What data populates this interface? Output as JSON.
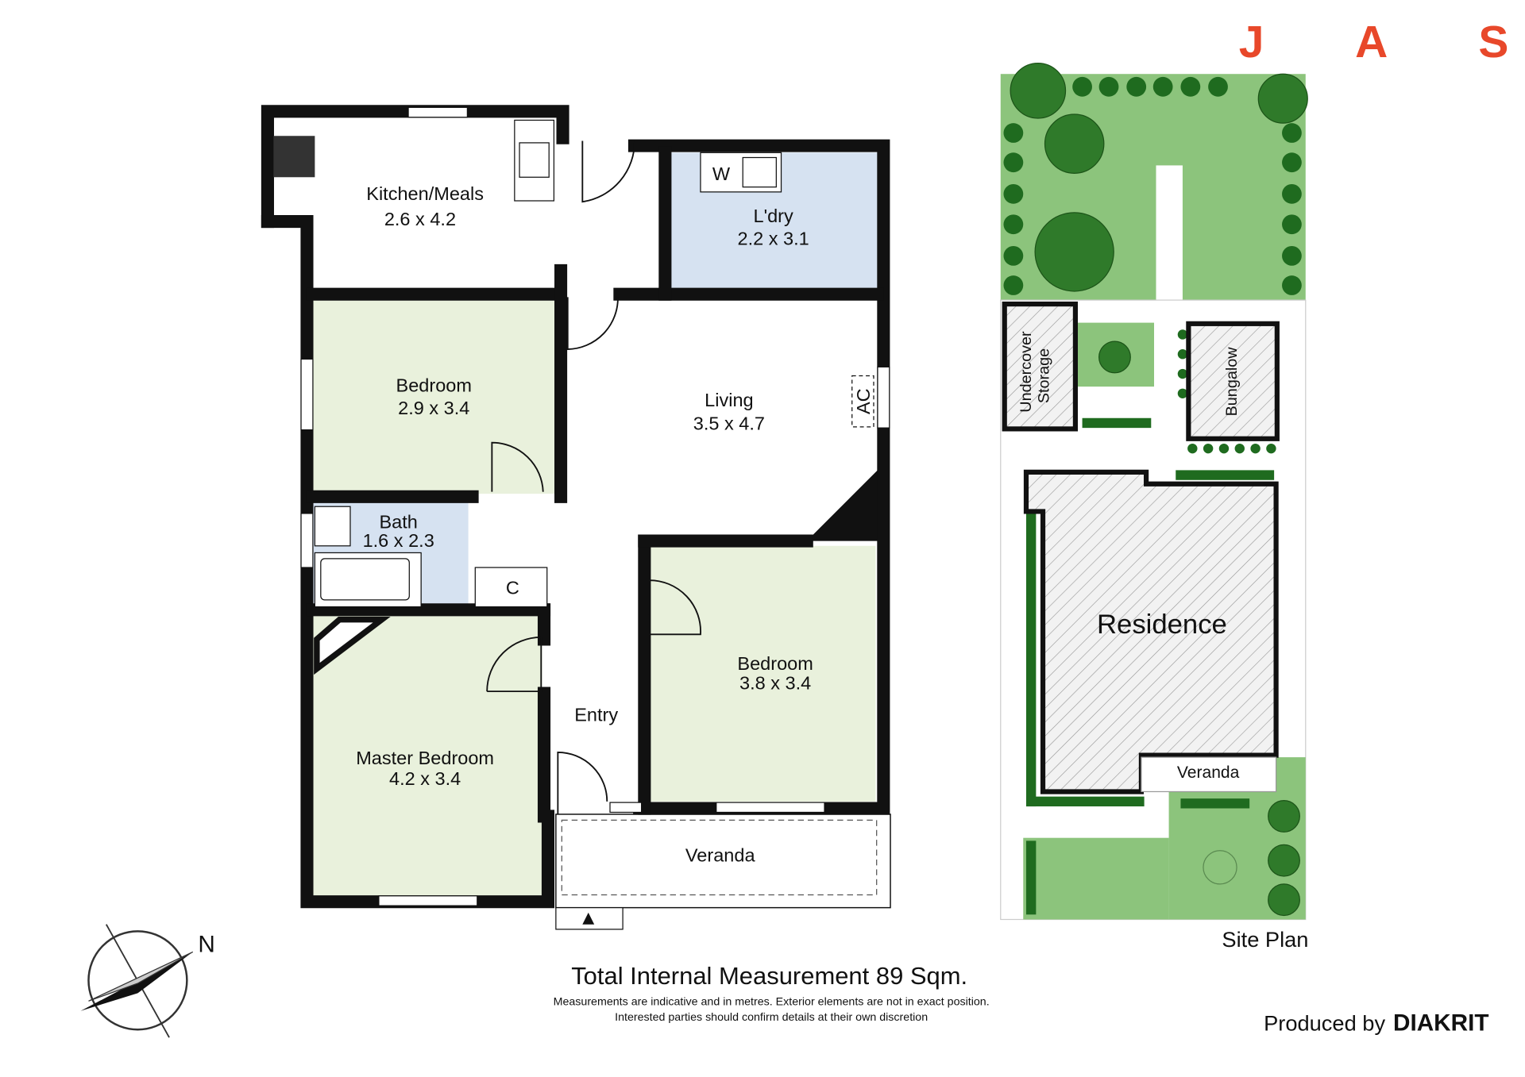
{
  "logo": {
    "letters": [
      "J",
      "A",
      "S"
    ],
    "color": "#e8482a"
  },
  "floor_plan": {
    "rooms": [
      {
        "name": "Kitchen/Meals",
        "size": "2.6 x 4.2"
      },
      {
        "name": "L'dry",
        "size": "2.2 x 3.1"
      },
      {
        "name": "Bedroom",
        "size": "2.9 x 3.4"
      },
      {
        "name": "Living",
        "size": "3.5 x 4.7"
      },
      {
        "name": "Bath",
        "size": "1.6 x 2.3"
      },
      {
        "name": "Bedroom",
        "size": "3.8 x 3.4"
      },
      {
        "name": "Master Bedroom",
        "size": "4.2 x 3.4"
      }
    ],
    "labels": {
      "entry": "Entry",
      "veranda": "Veranda",
      "cupboard": "C",
      "washer": "W",
      "ac": "AC"
    }
  },
  "site_plan": {
    "title": "Site Plan",
    "labels": {
      "residence": "Residence",
      "veranda": "Veranda",
      "undercover_storage_1": "Undercover",
      "undercover_storage_2": "Storage",
      "bungalow": "Bungalow"
    },
    "colors": {
      "lawn": "#8cc47c",
      "tree": "#2f7a2a"
    }
  },
  "compass": {
    "label": "N"
  },
  "footer": {
    "total": "Total Internal Measurement 89 Sqm.",
    "disclaimer_1": "Measurements are indicative and in metres. Exterior elements are not in exact position.",
    "disclaimer_2": "Interested parties should confirm details at their own discretion",
    "produced_by": "Produced by",
    "brand": "DIAKRIT"
  }
}
